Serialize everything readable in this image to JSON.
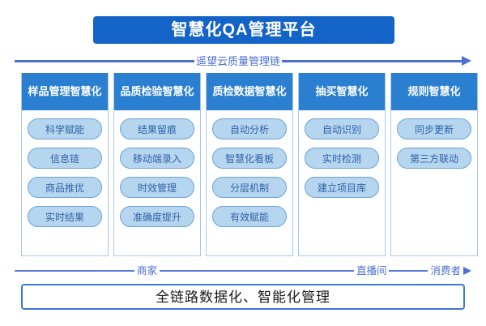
{
  "title": {
    "text": "智慧化QA管理平台",
    "bg_color": "#1464c8",
    "text_color": "#ffffff"
  },
  "chain_arrow": {
    "label": "遥望云质量管理链",
    "color": "#4c6fd0"
  },
  "columns": [
    {
      "header": "样品管理\n智慧化",
      "header_line1": "样品管理",
      "header_line2": "智慧化",
      "items": [
        "科学赋能",
        "信息链",
        "商品推优",
        "实时结果"
      ]
    },
    {
      "header_line1": "品质检验",
      "header_line2": "智慧化",
      "items": [
        "结果留痕",
        "移动端录入",
        "时效管理",
        "准确度提升"
      ]
    },
    {
      "header_line1": "质检数据",
      "header_line2": "智慧化",
      "items": [
        "自动分析",
        "智慧化看板",
        "分层机制",
        "有效赋能"
      ]
    },
    {
      "header_line1": "抽买智慧化",
      "header_line2": "",
      "items": [
        "自动识别",
        "实时检测",
        "建立项目库"
      ]
    },
    {
      "header_line1": "规则智慧化",
      "header_line2": "",
      "items": [
        "同步更新",
        "第三方联动"
      ]
    }
  ],
  "actor_arrow": {
    "labels": [
      "商家",
      "直播间",
      "消费者"
    ],
    "color": "#4c6fd0"
  },
  "banner": {
    "text": "全链路数据化、智能化管理",
    "border_color": "#3a7ad0"
  },
  "colors": {
    "header_blue": "#2b7fd0",
    "title_blue": "#1464c8",
    "pill_fill": "#b6d5ef",
    "pill_border": "#6aa3da",
    "pill_text": "#2f63a8",
    "card_border": "#a8c8e8",
    "arrow_blue": "#4c6fd0"
  }
}
